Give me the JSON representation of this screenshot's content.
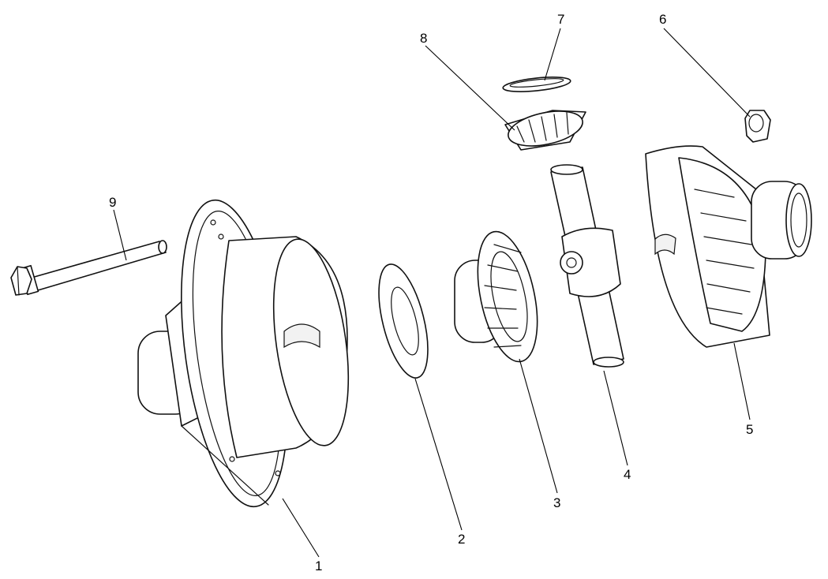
{
  "diagram": {
    "callouts": [
      {
        "id": "1",
        "label": "1"
      },
      {
        "id": "2",
        "label": "2"
      },
      {
        "id": "3",
        "label": "3"
      },
      {
        "id": "4",
        "label": "4"
      },
      {
        "id": "5",
        "label": "5"
      },
      {
        "id": "6",
        "label": "6"
      },
      {
        "id": "7",
        "label": "7"
      },
      {
        "id": "8",
        "label": "8"
      },
      {
        "id": "9",
        "label": "9"
      }
    ],
    "colors": {
      "line": "#111111",
      "background": "#ffffff"
    }
  }
}
